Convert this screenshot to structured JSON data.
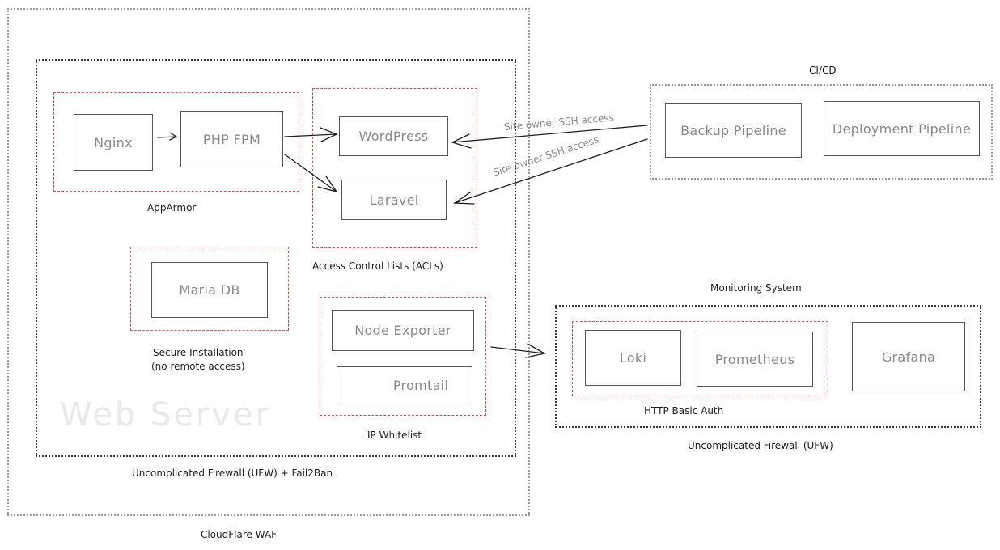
{
  "diagram": {
    "zones": {
      "cloudflare": {
        "label": "CloudFlare WAF"
      },
      "web_server": {
        "label": "Uncomplicated Firewall (UFW) + Fail2Ban",
        "watermark": "Web Server"
      },
      "apparmor": {
        "label": "AppArmor"
      },
      "acl": {
        "label": "Access Control Lists (ACLs)"
      },
      "secure_install": {
        "label": "Secure Installation\n(no remote access)"
      },
      "ip_whitelist": {
        "label": "IP Whitelist"
      },
      "cicd": {
        "title": "CI/CD"
      },
      "monitoring": {
        "title": "Monitoring System",
        "label": "Uncomplicated Firewall (UFW)"
      },
      "basic_auth": {
        "label": "HTTP Basic Auth"
      }
    },
    "nodes": {
      "nginx": "Nginx",
      "php_fpm": "PHP FPM",
      "wordpress": "WordPress",
      "laravel": "Laravel",
      "mariadb": "Maria DB",
      "node_exporter": "Node Exporter",
      "promtail": "Promtail",
      "backup_pipeline": "Backup Pipeline",
      "deployment_pipeline": "Deployment Pipeline",
      "loki": "Loki",
      "prometheus": "Prometheus",
      "grafana": "Grafana"
    },
    "edges": [
      {
        "from": "Nginx",
        "to": "PHP FPM",
        "label": ""
      },
      {
        "from": "PHP FPM",
        "to": "WordPress",
        "label": ""
      },
      {
        "from": "PHP FPM",
        "to": "Laravel",
        "label": ""
      },
      {
        "from": "CI/CD",
        "to": "WordPress",
        "label": "Site owner SSH access"
      },
      {
        "from": "CI/CD",
        "to": "Laravel",
        "label": "Site owner SSH access"
      },
      {
        "from": "IP Whitelist",
        "to": "Monitoring System",
        "label": ""
      }
    ],
    "edge_labels": {
      "ssh_wordpress": "Site owner SSH access",
      "ssh_laravel": "Site owner SSH access"
    },
    "colors": {
      "security_boundary": "#e03131",
      "node_border": "#555555",
      "node_text": "#8a8a8a",
      "watermark": "#e9e9e9"
    }
  }
}
